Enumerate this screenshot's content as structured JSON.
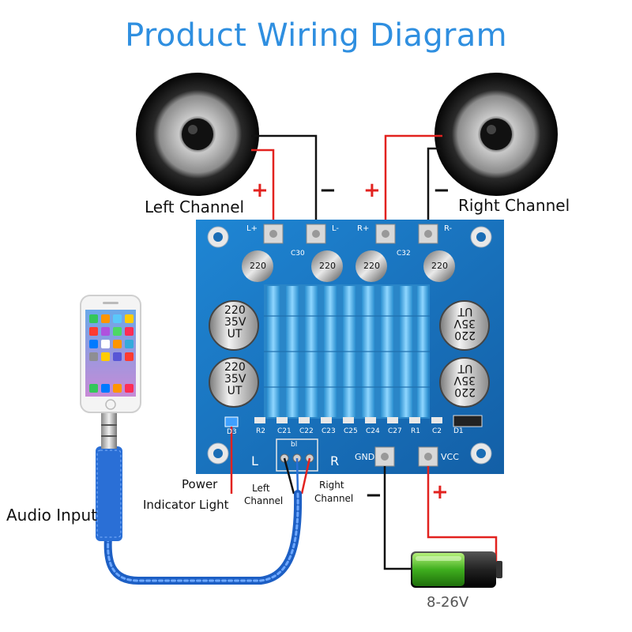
{
  "title": "Product Wiring Diagram",
  "labels": {
    "left_channel": "Left Channel",
    "right_channel": "Right Channel",
    "audio_input": "Audio Input",
    "power_line1": "Power",
    "power_line2": "Indicator Light",
    "left_small1": "Left",
    "left_small2": "Channel",
    "right_small1": "Right",
    "right_small2": "Channel",
    "voltage": "8-26V",
    "plus": "+",
    "minus": "−"
  },
  "board": {
    "top_pins": [
      "L+",
      "L-",
      "R+",
      "R-"
    ],
    "gnd": "GND",
    "vcc": "VCC",
    "l": "L",
    "r": "R",
    "input_header": "bl",
    "led": "D3",
    "cap_lines": [
      "220",
      "35V",
      "UT"
    ],
    "inductor": "220",
    "smd": [
      "R2",
      "C21",
      "C22",
      "C23",
      "C25",
      "C24",
      "C27",
      "R1",
      "C2",
      "D1"
    ],
    "c30": "C30",
    "c32": "C32"
  },
  "colors": {
    "title": "#2f8fe0",
    "wire_red": "#e2221f",
    "wire_black": "#111111",
    "pcb": "#1a78c4",
    "heatsink": "#55b8ee",
    "cable": "#2a6fd6"
  }
}
